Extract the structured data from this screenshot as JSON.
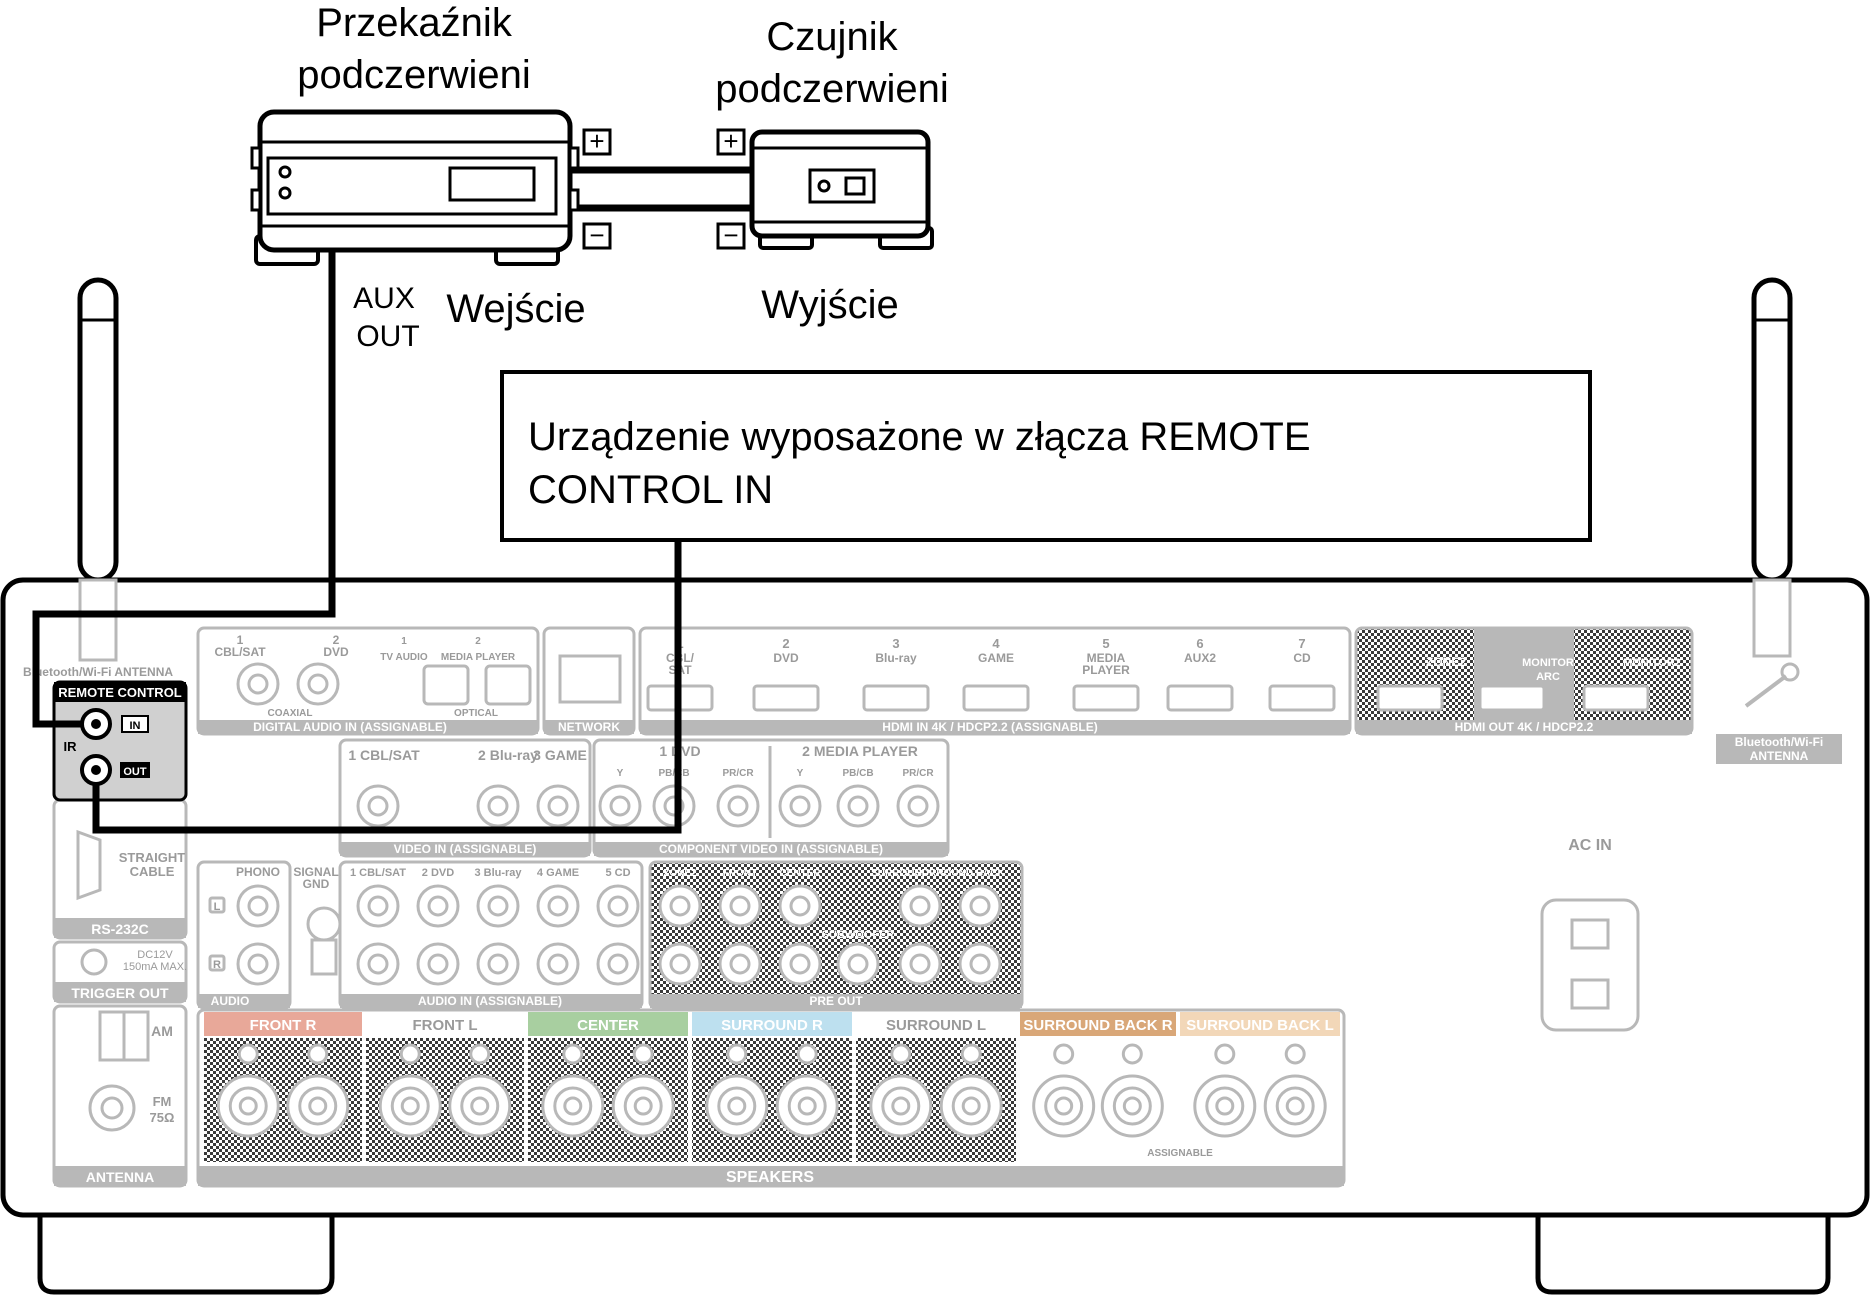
{
  "labels": {
    "relay_line1": "Przekaźnik",
    "relay_line2": "podczerwieni",
    "sensor_line1": "Czujnik",
    "sensor_line2": "podczerwieni",
    "aux_line1": "AUX",
    "aux_line2": "OUT",
    "input": "Wejście",
    "output": "Wyjście",
    "callout_line1": "Urządzenie wyposażone w złącza REMOTE",
    "callout_line2": "CONTROL IN"
  },
  "terminals": {
    "plus": "+",
    "minus": "−"
  },
  "panel": {
    "bt_antenna_left": "Bluetooth/Wi-Fi ANTENNA",
    "remote_control": "REMOTE CONTROL",
    "ir": "IR",
    "in": "IN",
    "out": "OUT",
    "digital_audio": {
      "inputs": [
        {
          "num": "1",
          "name": "CBL/SAT"
        },
        {
          "num": "2",
          "name": "DVD"
        },
        {
          "num": "1",
          "name": "TV AUDIO"
        },
        {
          "num": "2",
          "name": "MEDIA PLAYER"
        }
      ],
      "coaxial": "COAXIAL",
      "optical": "OPTICAL",
      "footer": "DIGITAL AUDIO",
      "badge": "IN",
      "assignable": "(ASSIGNABLE)"
    },
    "network": "NETWORK",
    "hdmi_in": {
      "inputs": [
        {
          "num": "1",
          "name": "CBL/ SAT"
        },
        {
          "num": "2",
          "name": "DVD"
        },
        {
          "num": "3",
          "name": "Blu-ray"
        },
        {
          "num": "4",
          "name": "GAME"
        },
        {
          "num": "5",
          "name": "MEDIA PLAYER"
        },
        {
          "num": "6",
          "name": "AUX2"
        },
        {
          "num": "7",
          "name": "CD"
        }
      ],
      "footer": "HDMI",
      "badge": "IN",
      "spec": "4K / HDCP2.2",
      "assignable": "(ASSIGNABLE)"
    },
    "hdmi_out": {
      "zone2": "ZONE2",
      "monitor_arc_1": "MONITOR",
      "monitor_arc_2": "ARC",
      "monitor2": "MONITOR2",
      "footer": "HDMI",
      "badge": "OUT",
      "spec": "4K / HDCP2.2"
    },
    "bt_antenna_right_1": "Bluetooth/Wi-Fi",
    "bt_antenna_right_2": "ANTENNA",
    "video": {
      "inputs": [
        "1 CBL/SAT",
        "2 Blu-ray",
        "3 GAME"
      ],
      "footer": "VIDEO",
      "badge": "IN",
      "assignable": "(ASSIGNABLE)"
    },
    "component": {
      "group1": "1 DVD",
      "group2": "2 MEDIA PLAYER",
      "y": "Y",
      "pb": "PB/CB",
      "pr": "PR/CR",
      "footer": "COMPONENT VIDEO",
      "badge": "IN",
      "assignable": "(ASSIGNABLE)"
    },
    "rs232c_1": "STRAIGHT",
    "rs232c_2": "CABLE",
    "rs232c": "RS-232C",
    "trigger_1": "DC12V",
    "trigger_2": "150mA MAX.",
    "trigger": "TRIGGER OUT",
    "phono": "PHONO",
    "signal_1": "SIGNAL",
    "signal_2": "GND",
    "l": "L",
    "r": "R",
    "audio_left": "AUDIO",
    "audio": {
      "inputs": [
        "1 CBL/SAT",
        "2 DVD",
        "3 Blu-ray",
        "4 GAME",
        "5 CD"
      ],
      "footer": "AUDIO",
      "badge": "IN",
      "assignable": "(ASSIGNABLE)"
    },
    "preout": {
      "labels": [
        "ZONE2",
        "FRONT",
        "CENTER",
        "SURROUND",
        "SURROUND BACK"
      ],
      "subwoofer": "SUBWOOFER",
      "footer": "PRE OUT"
    },
    "ac_in": "AC IN",
    "am": "AM",
    "fm_1": "FM",
    "fm_2": "75Ω",
    "antenna": "ANTENNA",
    "speakers": {
      "front_r": "FRONT",
      "front_l": "FRONT",
      "center": "CENTER",
      "surround_r": "SURROUND",
      "surround_l": "SURROUND",
      "sback_r": "SURROUND BACK",
      "sback_l": "SURROUND BACK",
      "assignable": "ASSIGNABLE",
      "footer": "SPEAKERS"
    }
  },
  "colors": {
    "front_r": "#e8a899",
    "center": "#a8cfa0",
    "surround_r": "#bde0ef",
    "sback_r": "#d9a778",
    "sback_l": "#f2d7b8",
    "panel_gray": "#b8b8b8",
    "block_fill": "#d0d0d0"
  }
}
